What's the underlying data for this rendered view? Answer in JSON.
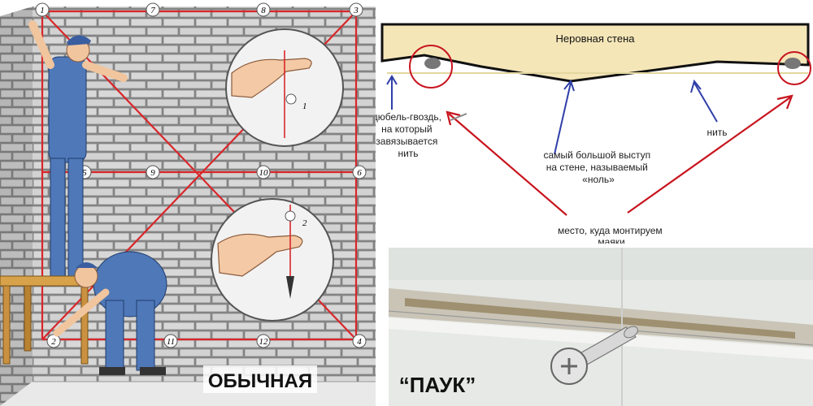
{
  "left": {
    "caption": "ОБЫЧНАЯ",
    "points": [
      "1",
      "2",
      "3",
      "4",
      "5",
      "6",
      "7",
      "8",
      "9",
      "10",
      "11",
      "12"
    ],
    "zoom_markers": [
      "1",
      "2"
    ]
  },
  "top_right": {
    "wall_label": "Неровная стена",
    "annotation_dowel": [
      "дюбель-гвоздь,",
      "на который",
      "завязывается",
      "нить"
    ],
    "annotation_thread": "нить",
    "annotation_zero": [
      "самый большой выступ",
      "на стене, называемый",
      "«ноль»"
    ],
    "annotation_beacons": [
      "место, куда монтируем",
      "маяки"
    ]
  },
  "bottom_right": {
    "caption": "“ПАУК”"
  },
  "colors": {
    "thread": "#d9262a",
    "arrow_blue": "#2f3fa8",
    "arrow_red": "#c8141e",
    "wall_fill": "#f5e6b8",
    "brick": "#d4d4d4"
  }
}
